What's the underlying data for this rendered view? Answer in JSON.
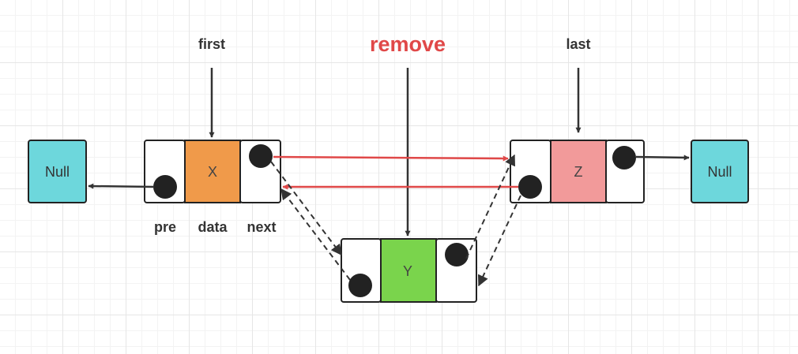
{
  "labels": {
    "first": "first",
    "remove": "remove",
    "last": "last",
    "pre": "pre",
    "data": "data",
    "next": "next"
  },
  "nodes": {
    "left_null": "Null",
    "x": "X",
    "y": "Y",
    "z": "Z",
    "right_null": "Null"
  },
  "colors": {
    "null_fill": "#6dd7dc",
    "x_fill": "#f09a4a",
    "y_fill": "#7ad44c",
    "z_fill": "#f29a9a",
    "remove_text": "#e04848",
    "red_arrow": "#e04848",
    "dot": "#222222"
  }
}
